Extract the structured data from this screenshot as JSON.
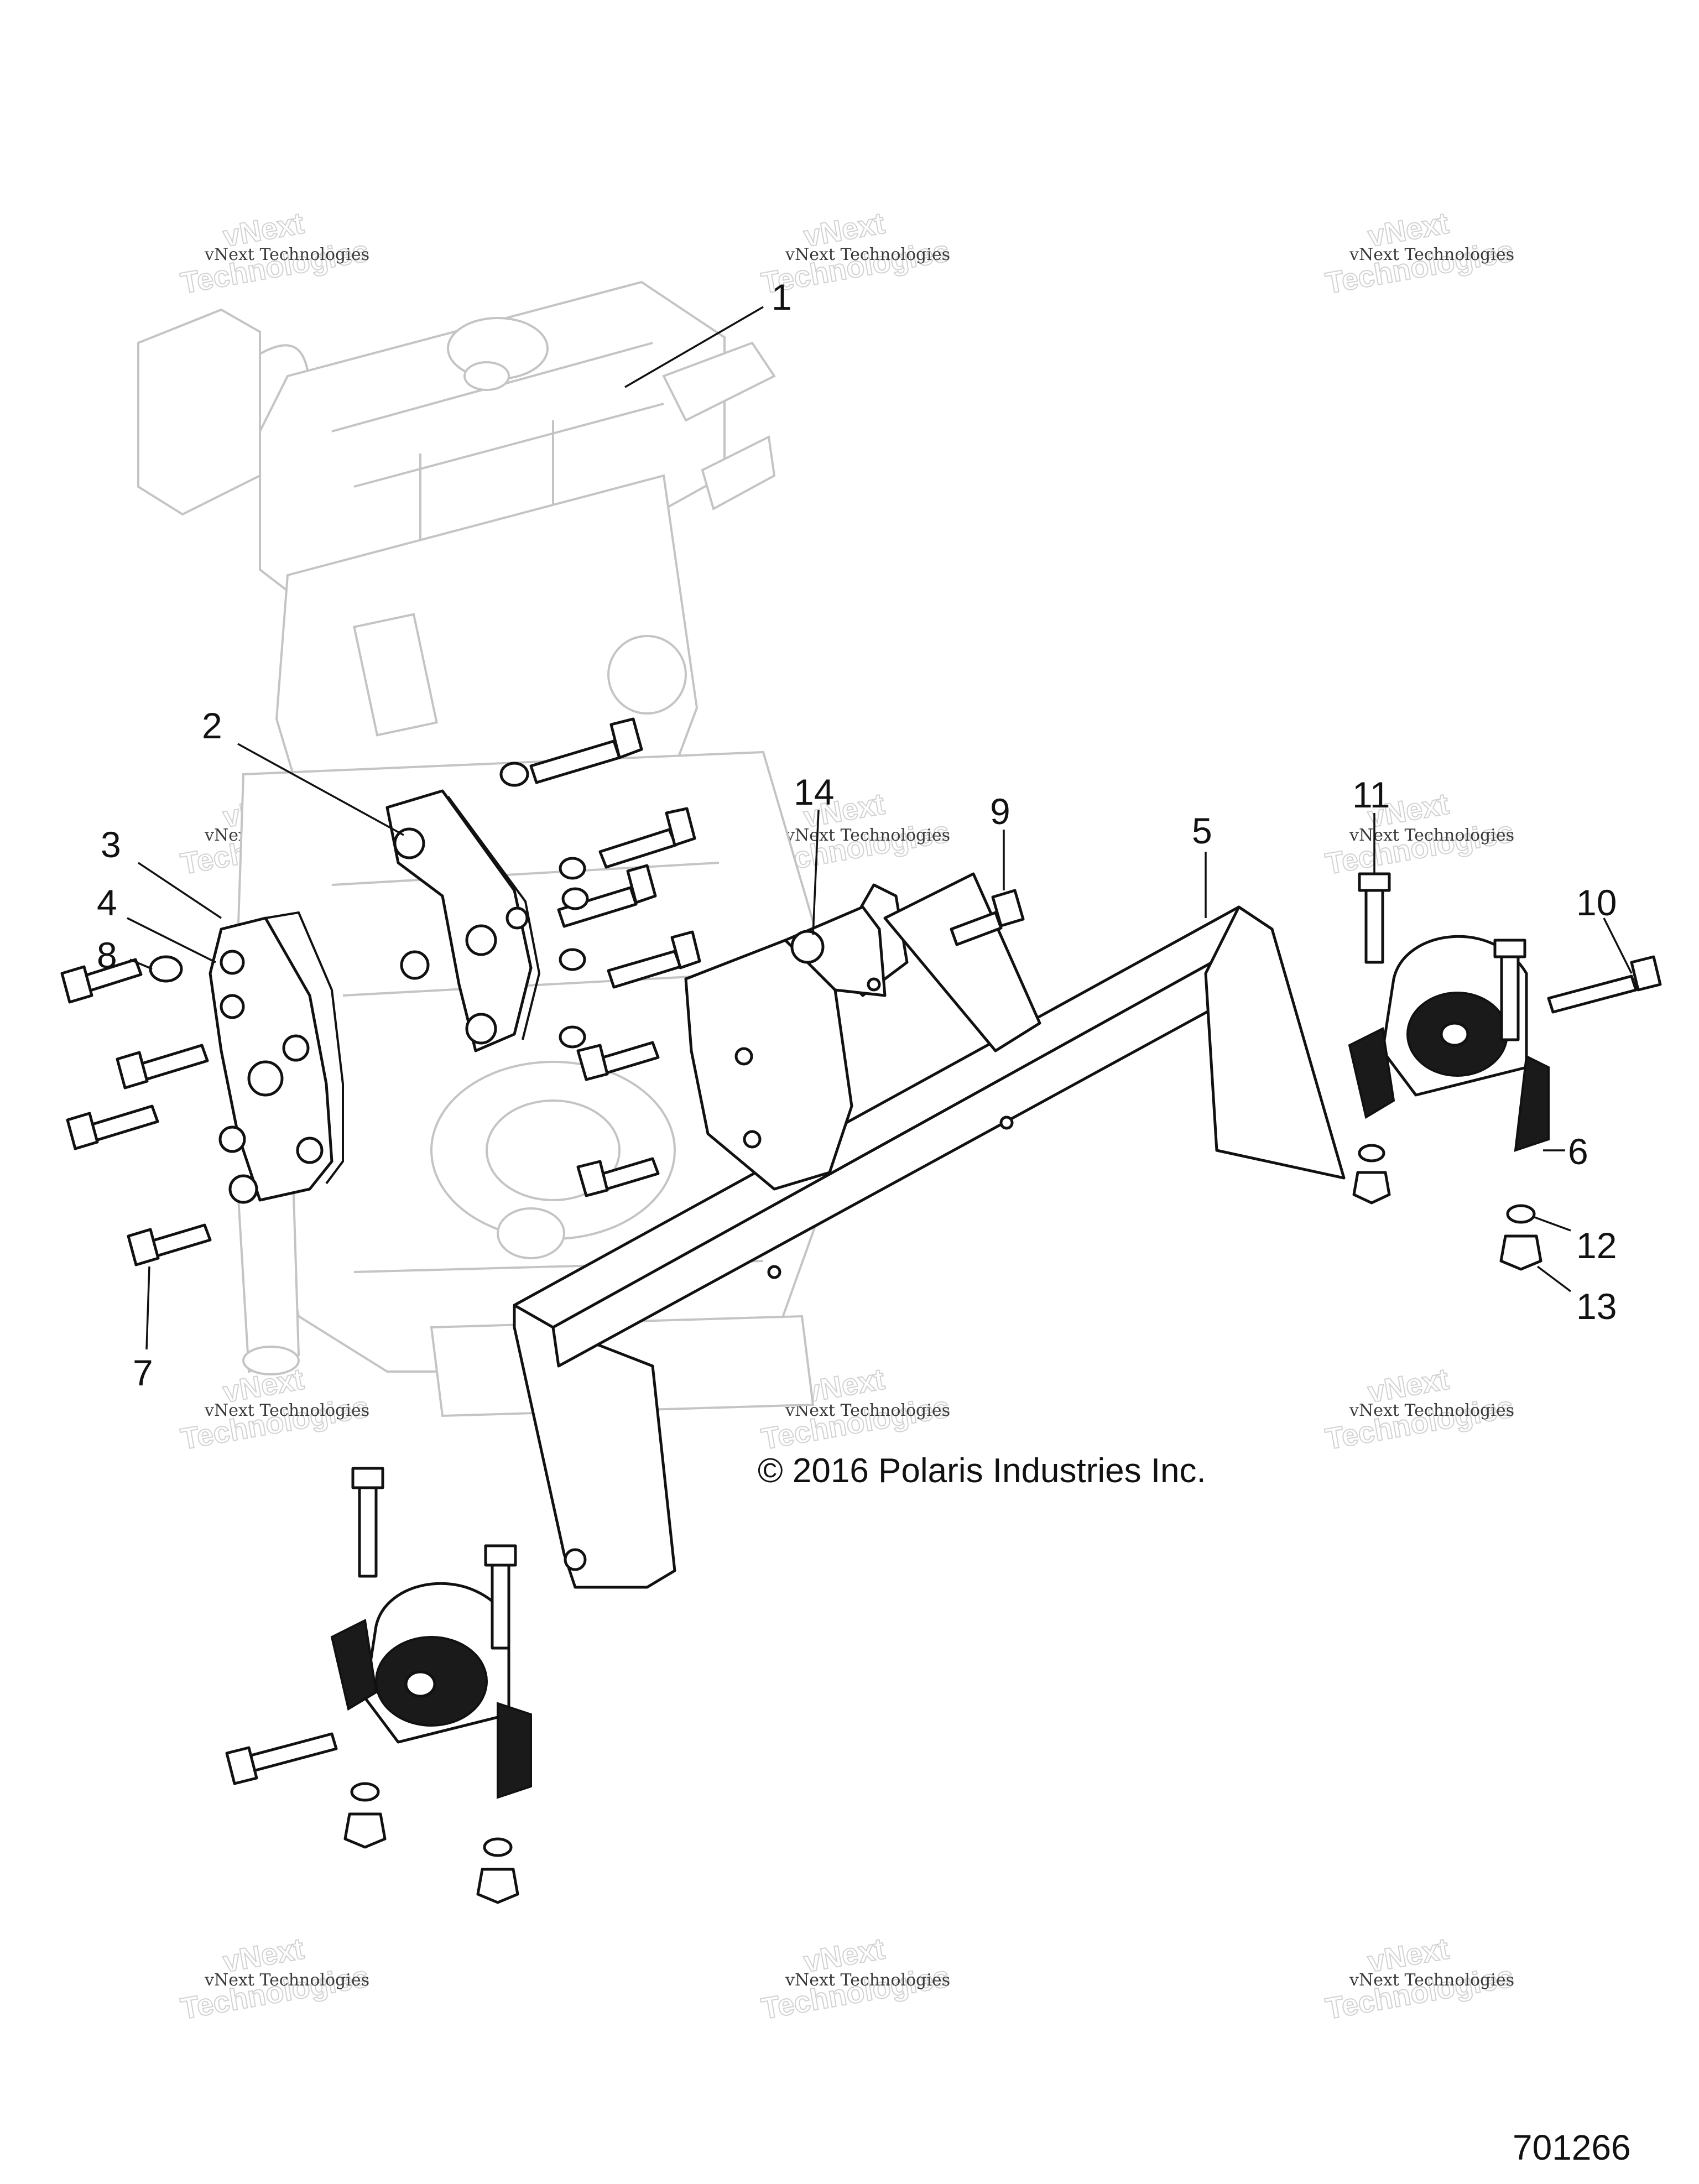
{
  "diagram": {
    "callouts": [
      {
        "id": "1",
        "label": "1"
      },
      {
        "id": "2",
        "label": "2"
      },
      {
        "id": "3",
        "label": "3"
      },
      {
        "id": "4",
        "label": "4"
      },
      {
        "id": "5",
        "label": "5"
      },
      {
        "id": "6",
        "label": "6"
      },
      {
        "id": "7",
        "label": "7"
      },
      {
        "id": "8",
        "label": "8"
      },
      {
        "id": "9",
        "label": "9"
      },
      {
        "id": "10",
        "label": "10"
      },
      {
        "id": "11",
        "label": "11"
      },
      {
        "id": "12",
        "label": "12"
      },
      {
        "id": "13",
        "label": "13"
      },
      {
        "id": "14",
        "label": "14"
      }
    ],
    "copyright": "© 2016 Polaris Industries Inc.",
    "part_number": "701266",
    "watermark": {
      "line1": "vNext Technologies",
      "line2": "Technologies",
      "line3": "vNext"
    },
    "colors": {
      "ink": "#111111",
      "ghost_engine": "#c4c4c4",
      "rubber_mount": "#1a1a1a",
      "background": "#ffffff"
    }
  }
}
